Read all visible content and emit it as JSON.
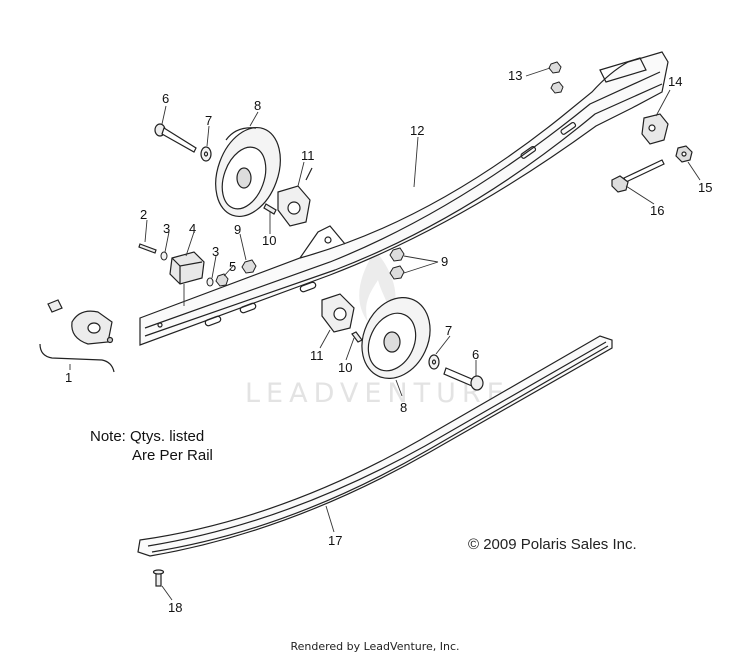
{
  "callouts": [
    {
      "id": "1",
      "label": "1"
    },
    {
      "id": "2",
      "label": "2"
    },
    {
      "id": "3a",
      "label": "3"
    },
    {
      "id": "3b",
      "label": "3"
    },
    {
      "id": "4",
      "label": "4"
    },
    {
      "id": "5",
      "label": "5"
    },
    {
      "id": "6a",
      "label": "6"
    },
    {
      "id": "6b",
      "label": "6"
    },
    {
      "id": "7a",
      "label": "7"
    },
    {
      "id": "7b",
      "label": "7"
    },
    {
      "id": "8a",
      "label": "8"
    },
    {
      "id": "8b",
      "label": "8"
    },
    {
      "id": "9a",
      "label": "9"
    },
    {
      "id": "9b",
      "label": "9"
    },
    {
      "id": "10a",
      "label": "10"
    },
    {
      "id": "10b",
      "label": "10"
    },
    {
      "id": "11a",
      "label": "11"
    },
    {
      "id": "11b",
      "label": "11"
    },
    {
      "id": "12",
      "label": "12"
    },
    {
      "id": "13",
      "label": "13"
    },
    {
      "id": "14",
      "label": "14"
    },
    {
      "id": "15",
      "label": "15"
    },
    {
      "id": "16",
      "label": "16"
    },
    {
      "id": "17",
      "label": "17"
    },
    {
      "id": "18",
      "label": "18"
    }
  ],
  "note": {
    "line1": "Note: Qtys. listed",
    "line2": "Are Per Rail"
  },
  "copyright": "© 2009 Polaris Sales Inc.",
  "watermark": "LEADVENTURE",
  "footer": "Rendered by LeadVenture, Inc."
}
